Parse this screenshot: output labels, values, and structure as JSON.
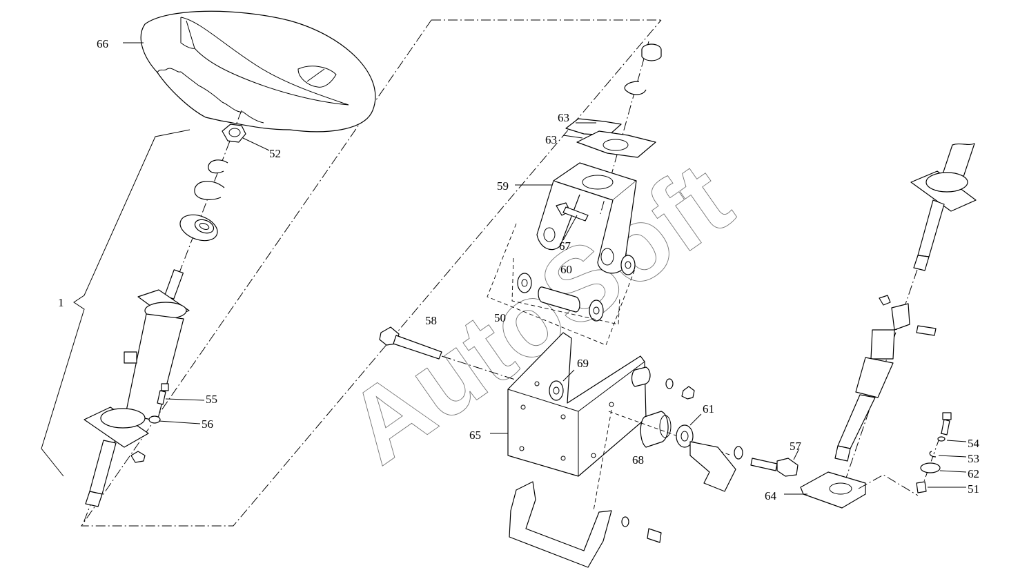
{
  "watermark": "AutoSoft",
  "callouts": {
    "c66": "66",
    "c52": "52",
    "c1": "1",
    "c55": "55",
    "c56": "56",
    "c63a": "63",
    "c63b": "63",
    "c59": "59",
    "c67": "67",
    "c60": "60",
    "c50": "50",
    "c58": "58",
    "c69": "69",
    "c65": "65",
    "c61": "61",
    "c68": "68",
    "c57": "57",
    "c64": "64",
    "c54": "54",
    "c53": "53",
    "c62": "62",
    "c51": "51"
  }
}
